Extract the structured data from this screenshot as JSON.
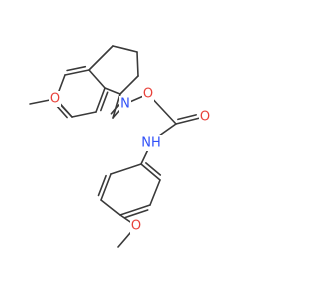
{
  "molecule": {
    "atoms": [
      {
        "id": "o_methoxy_top",
        "symbol": "O",
        "color": "#e8413a"
      },
      {
        "id": "n_oxime",
        "symbol": "N",
        "color": "#3050f8"
      },
      {
        "id": "o_oxime",
        "symbol": "O",
        "color": "#e8413a"
      },
      {
        "id": "nh_carbamate",
        "symbol": "NH",
        "color": "#3050f8"
      },
      {
        "id": "o_carbonyl",
        "symbol": "O",
        "color": "#e8413a"
      },
      {
        "id": "o_methoxy_bottom",
        "symbol": "O",
        "color": "#e8413a"
      }
    ],
    "bond_color": "#3a3a3a"
  }
}
